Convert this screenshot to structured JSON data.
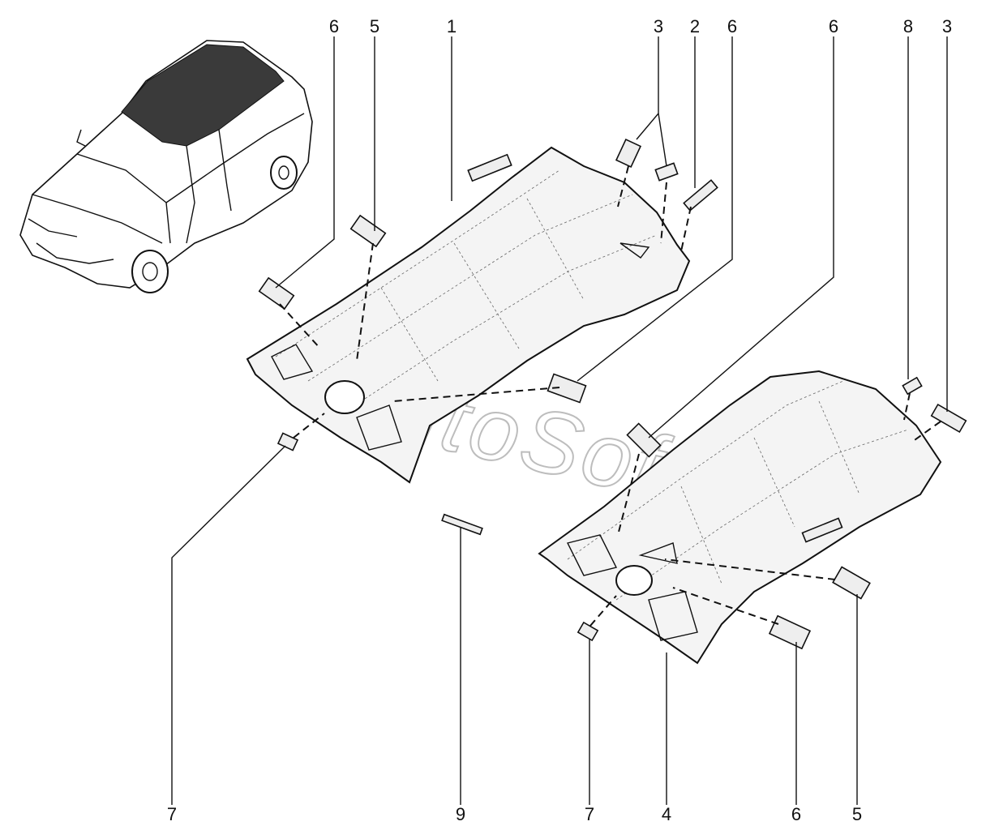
{
  "diagram": {
    "watermark": "AutoSoft",
    "callouts": [
      {
        "id": "c-top-6a",
        "text": "6"
      },
      {
        "id": "c-top-5",
        "text": "5"
      },
      {
        "id": "c-top-1",
        "text": "1"
      },
      {
        "id": "c-top-3a",
        "text": "3"
      },
      {
        "id": "c-top-2",
        "text": "2"
      },
      {
        "id": "c-top-6b",
        "text": "6"
      },
      {
        "id": "c-top-6c",
        "text": "6"
      },
      {
        "id": "c-top-8",
        "text": "8"
      },
      {
        "id": "c-top-3b",
        "text": "3"
      },
      {
        "id": "c-bot-7a",
        "text": "7"
      },
      {
        "id": "c-bot-9",
        "text": "9"
      },
      {
        "id": "c-bot-7b",
        "text": "7"
      },
      {
        "id": "c-bot-4",
        "text": "4"
      },
      {
        "id": "c-bot-6",
        "text": "6"
      },
      {
        "id": "c-bot-5",
        "text": "5"
      }
    ]
  }
}
